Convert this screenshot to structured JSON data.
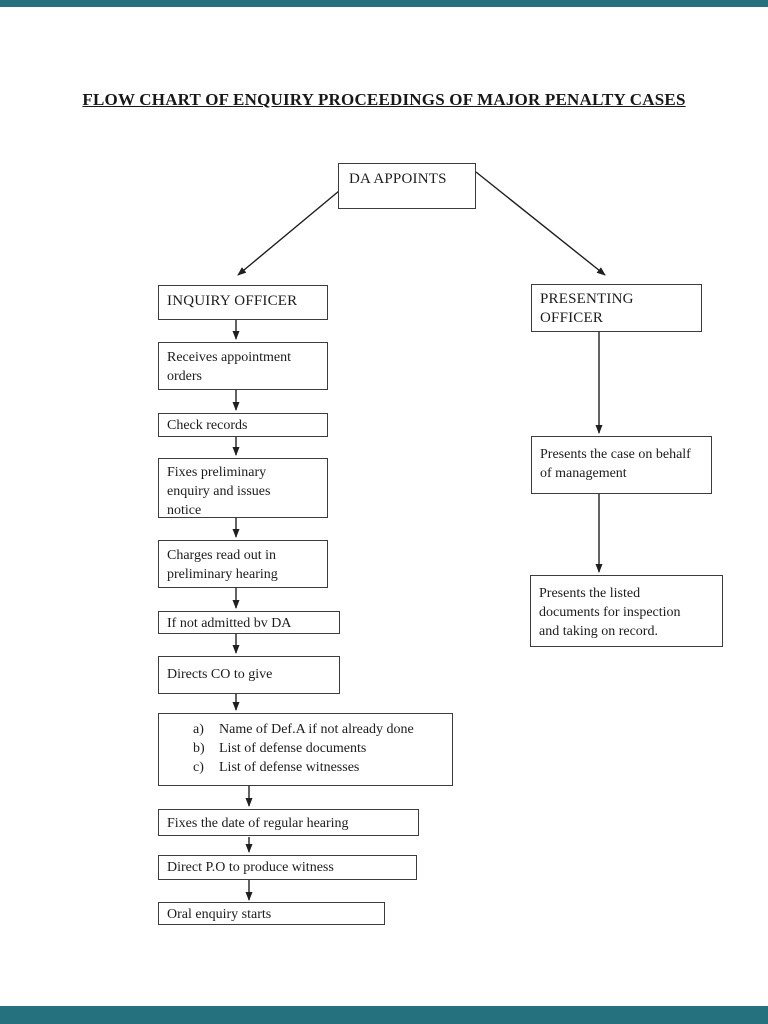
{
  "document": {
    "title": "FLOW CHART OF ENQUIRY PROCEEDINGS OF MAJOR PENALTY CASES"
  },
  "viewer": {
    "chrome_bar_color": "#26717e",
    "page_background": "#ffffff"
  },
  "flowchart": {
    "line_color": "#1f1f1f",
    "root": {
      "lines": [
        "DA APPOINTS"
      ]
    },
    "left": [
      {
        "lines": [
          "INQUIRY OFFICER"
        ]
      },
      {
        "lines": [
          "Receives appointment",
          "orders"
        ]
      },
      {
        "lines": [
          "Check records"
        ]
      },
      {
        "lines": [
          "Fixes preliminary",
          "enquiry and issues",
          "notice"
        ]
      },
      {
        "lines": [
          "Charges read out in",
          "preliminary hearing"
        ]
      },
      {
        "lines": [
          "If not admitted bv DA"
        ]
      },
      {
        "lines": [
          "Directs CO to give"
        ]
      },
      {
        "list": [
          {
            "marker": "a)",
            "text": "Name of Def.A if not already done"
          },
          {
            "marker": "b)",
            "text": "List of defense documents"
          },
          {
            "marker": "c)",
            "text": "List of defense witnesses"
          }
        ]
      },
      {
        "lines": [
          "Fixes the date of regular hearing"
        ]
      },
      {
        "lines": [
          "Direct P.O to produce witness"
        ]
      },
      {
        "lines": [
          "Oral enquiry starts"
        ]
      }
    ],
    "right": [
      {
        "lines": [
          "PRESENTING",
          "OFFICER"
        ]
      },
      {
        "lines": [
          "Presents the case on behalf",
          "of management"
        ]
      },
      {
        "lines": [
          "Presents the listed",
          "documents for inspection",
          "and taking on record."
        ]
      }
    ]
  }
}
